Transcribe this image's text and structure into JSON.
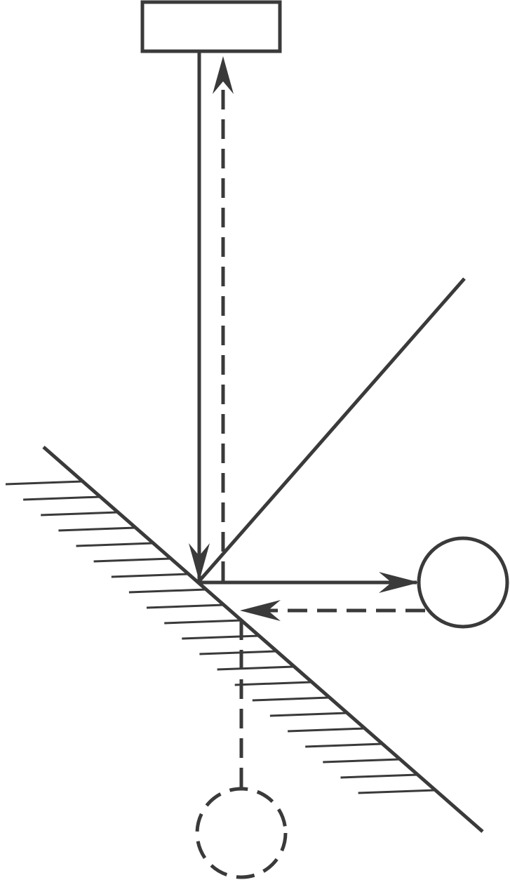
{
  "diagram": {
    "type": "plane-mirror-reflection",
    "stroke_color": "#3a3a3a",
    "background_color": "#ffffff",
    "elements": [
      "source-box",
      "incident-ray",
      "reflected-ray-dashed",
      "normal-line",
      "horizontal-ray",
      "observer-circle",
      "return-ray-dashed",
      "virtual-image-dashed",
      "mirror"
    ]
  }
}
